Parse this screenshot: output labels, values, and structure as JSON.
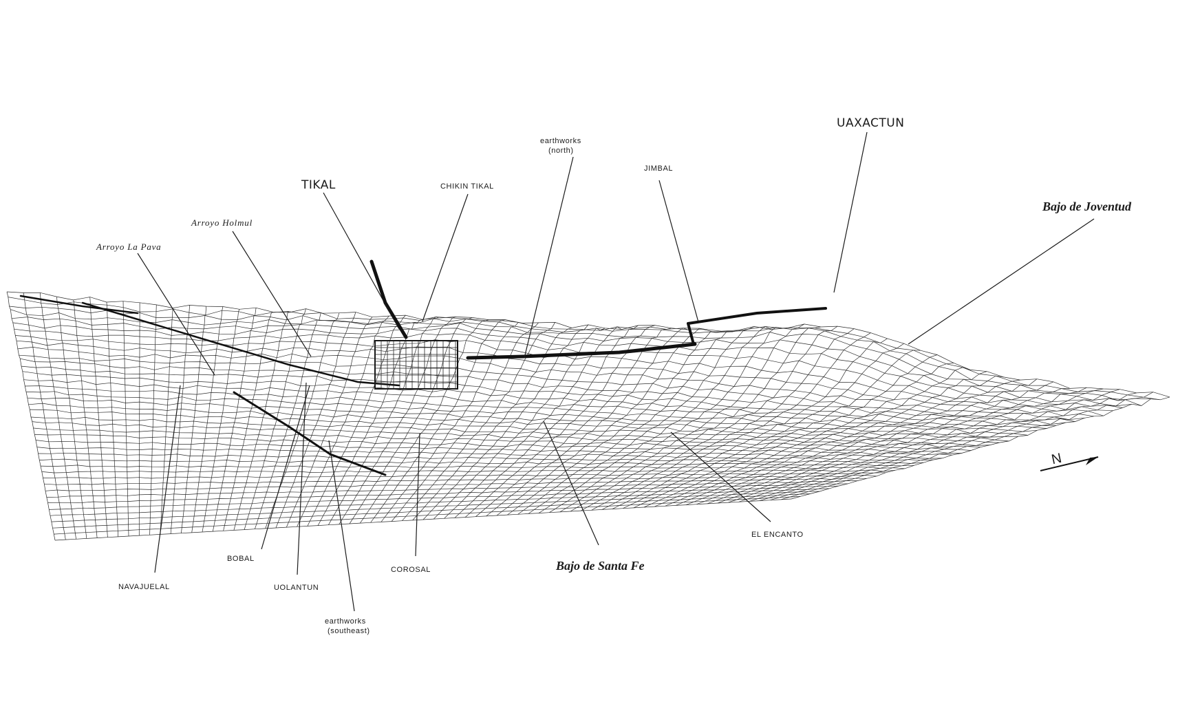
{
  "map": {
    "colors": {
      "ink": "#1a1a1a",
      "paper": "#ffffff"
    },
    "icons": {
      "north_arrow": "north-arrow-icon"
    },
    "north_arrow_letter": "N",
    "labels": {
      "uaxactun": "UAXACTUN",
      "tikal": "TIKAL",
      "chikin_tikal": "CHIKIN TIKAL",
      "earthworks_north_1": "earthworks",
      "earthworks_north_2": "(north)",
      "jimbal": "JIMBAL",
      "bajo_de_joventud": "Bajo de Joventud",
      "arroyo_holmul": "Arroyo Holmul",
      "arroyo_la_pava": "Arroyo La Pava",
      "bobal": "BOBAL",
      "navajuelal": "NAVAJUELAL",
      "uolantun": "UOLANTUN",
      "corosal": "COROSAL",
      "bajo_de_santa_fe": "Bajo de Santa Fe",
      "el_encanto": "EL ENCANTO",
      "earthworks_southeast_1": "earthworks",
      "earthworks_southeast_2": "(southeast)"
    }
  }
}
